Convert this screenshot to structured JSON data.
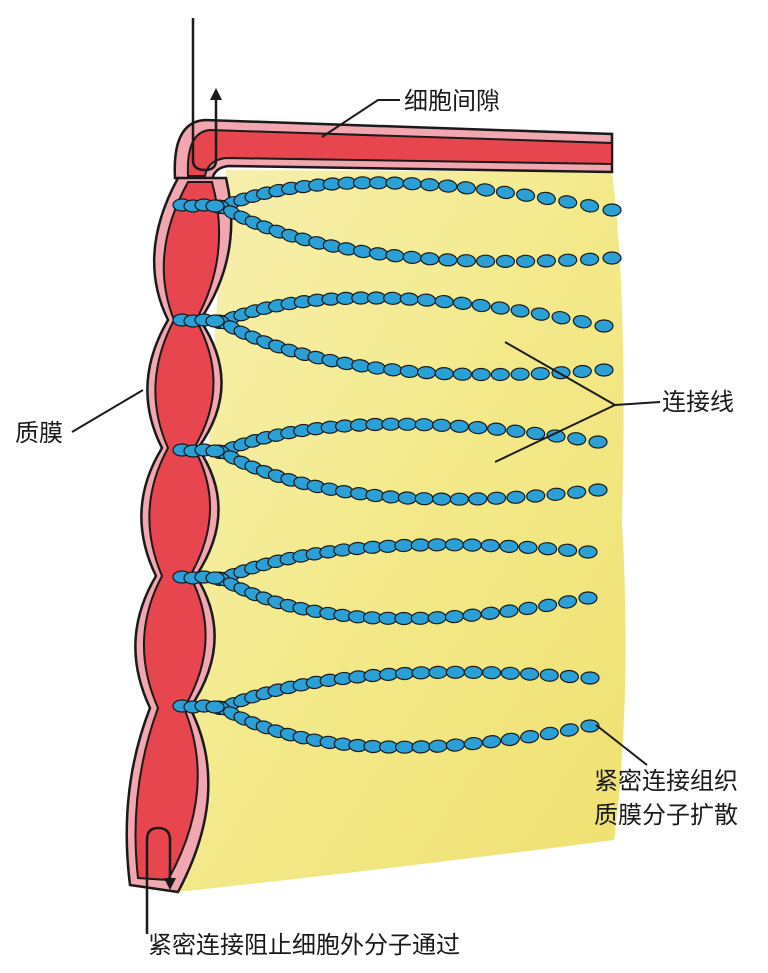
{
  "labels": {
    "intercellular_space": "细胞间隙",
    "plasma_membrane": "质膜",
    "junction_strands": "连接线",
    "tight_junction_line1": "紧密连接组织",
    "tight_junction_line2": "质膜分子扩散",
    "blocks_passage": "紧密连接阻止细胞外分子通过"
  },
  "colors": {
    "membrane_red": "#e8464f",
    "membrane_pink": "#f2a6b0",
    "cytoplasm_yellow": "#f4ea8e",
    "strand_blue": "#2aa0d6",
    "outline": "#1a1a1a"
  }
}
